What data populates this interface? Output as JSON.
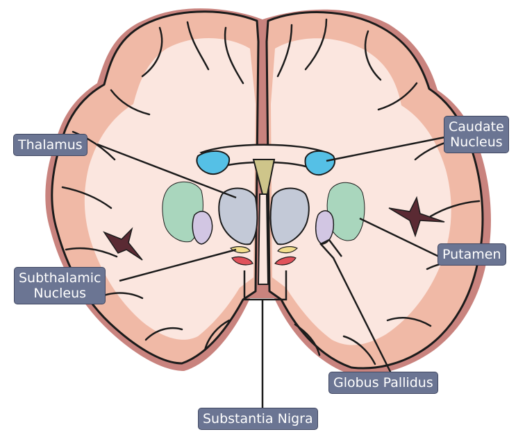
{
  "labels": {
    "thalamus": "Thalamus",
    "caudate_nucleus": [
      "Caudate",
      "Nucleus"
    ],
    "putamen": "Putamen",
    "subthalamic_nucleus": [
      "Subthalamic",
      "Nucleus"
    ],
    "globus_pallidus": "Globus Pallidus",
    "substantia_nigra": "Substantia Nigra"
  },
  "colors": {
    "outer_shadow": "#c9837e",
    "gray_matter": "#f0b9a6",
    "white_matter": "#fbe6df",
    "outline": "#1b1b1b",
    "thalamus": "#c3c9d7",
    "caudate_nucleus": "#55c0e6",
    "putamen": "#a9d6bd",
    "globus_pallidus": "#d2c6e3",
    "subthalamic_nucleus": "#f2dd8c",
    "substantia_nigra": "#e0525a",
    "ventricle_fluid": "#cec58a",
    "ventricle_dark": "#5a2a33",
    "label_bg": "#6b7593"
  }
}
